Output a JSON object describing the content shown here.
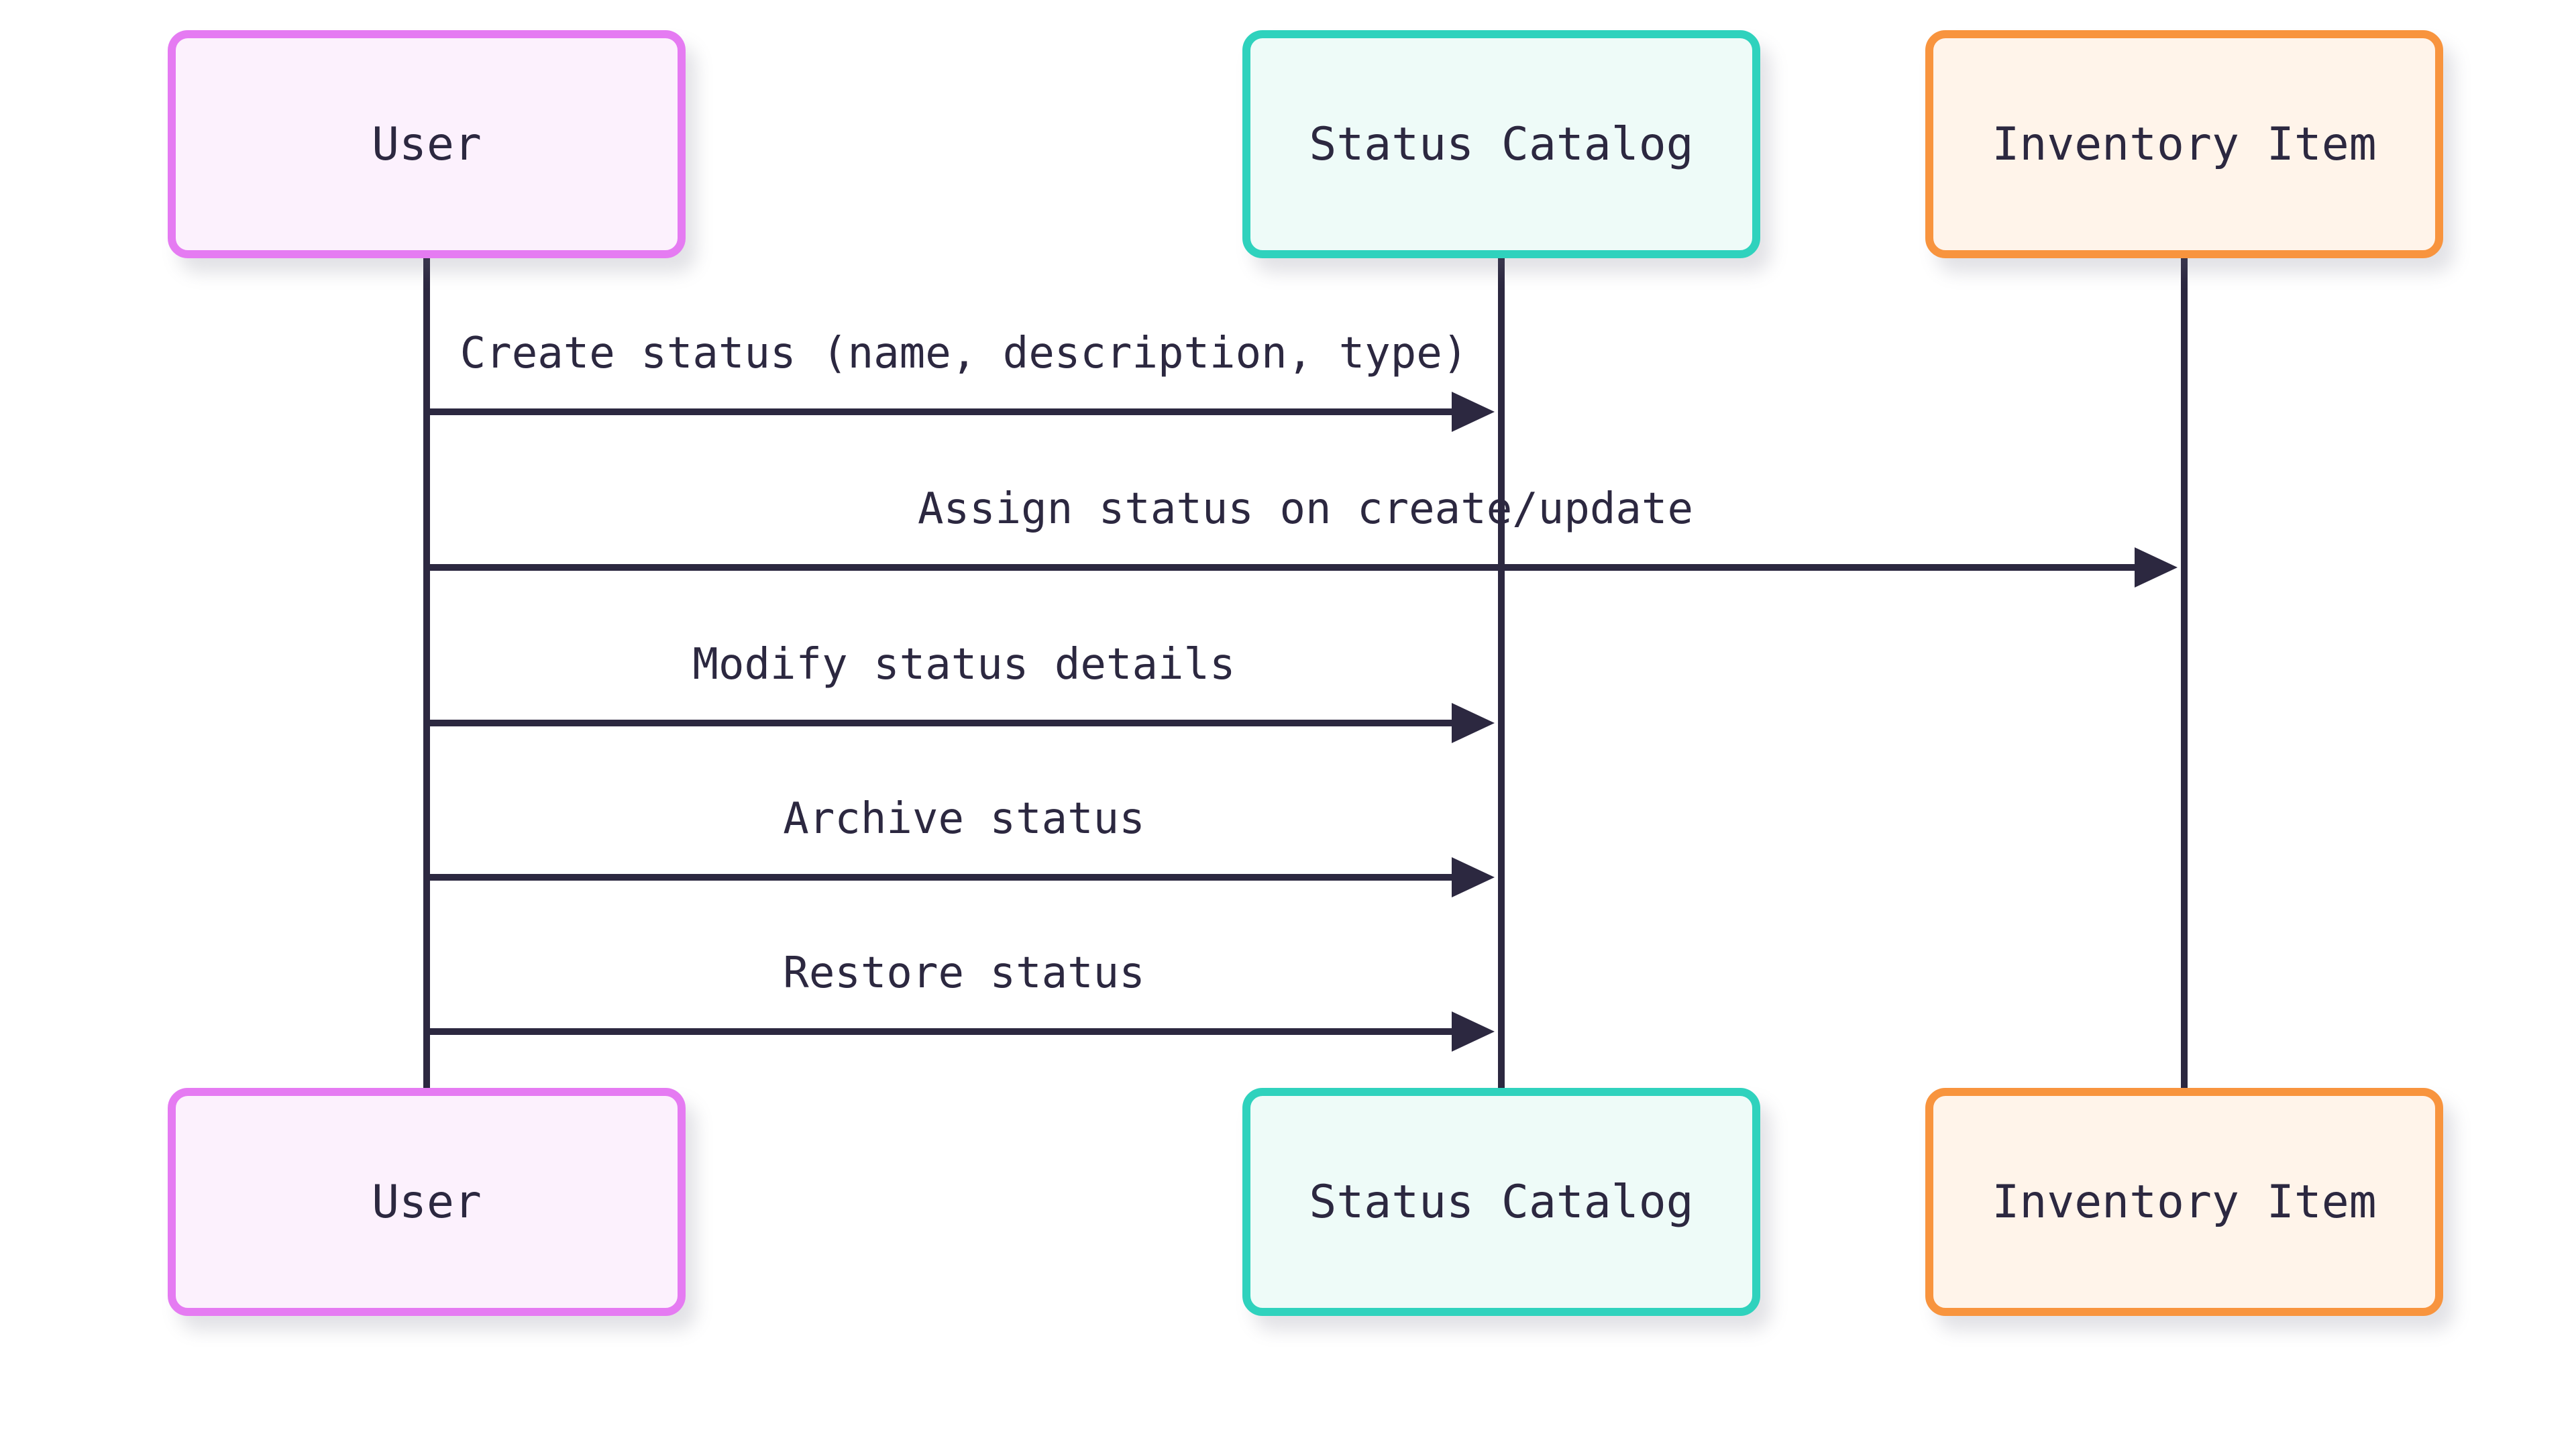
{
  "diagram": {
    "type": "sequence",
    "background_color": "#ffffff",
    "line_color": "#2c2840",
    "text_color": "#2c2840",
    "actors": [
      {
        "id": "user",
        "label": "User",
        "border_color": "#e57bf2",
        "fill_color": "#fcf1fd"
      },
      {
        "id": "status-catalog",
        "label": "Status Catalog",
        "border_color": "#2fd2bd",
        "fill_color": "#eefbf8"
      },
      {
        "id": "inventory-item",
        "label": "Inventory Item",
        "border_color": "#f8943e",
        "fill_color": "#fff4ea"
      }
    ],
    "messages": [
      {
        "label": "Create status (name, description, type)",
        "from": "user",
        "to": "status-catalog",
        "arrow": "solid-filled"
      },
      {
        "label": "Assign status on create/update",
        "from": "user",
        "to": "inventory-item",
        "arrow": "solid-filled"
      },
      {
        "label": "Modify status details",
        "from": "user",
        "to": "status-catalog",
        "arrow": "solid-filled"
      },
      {
        "label": "Archive status",
        "from": "user",
        "to": "status-catalog",
        "arrow": "solid-filled"
      },
      {
        "label": "Restore status",
        "from": "user",
        "to": "status-catalog",
        "arrow": "solid-filled"
      }
    ]
  }
}
